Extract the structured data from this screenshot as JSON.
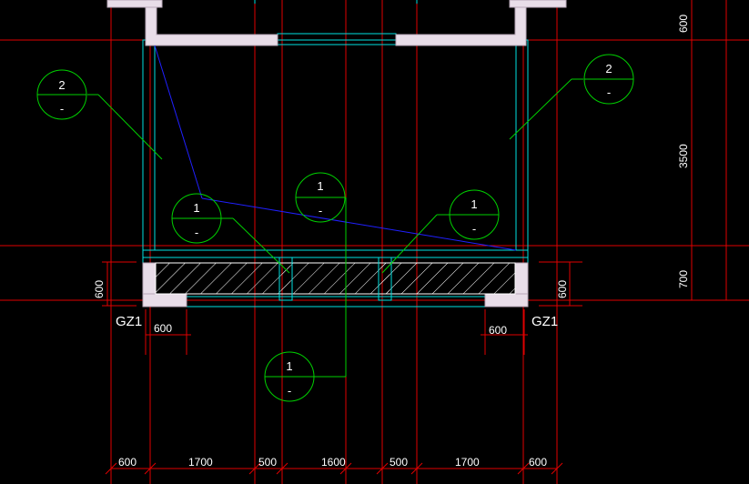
{
  "bottom_dimensions": [
    "600",
    "1700",
    "500",
    "1600",
    "500",
    "1700",
    "600"
  ],
  "right_dimensions": [
    "600",
    "3500",
    "700"
  ],
  "left_sill_dim": "600",
  "right_sill_dim": "600",
  "gz_left": {
    "label": "GZ1",
    "width": "600"
  },
  "gz_right": {
    "label": "GZ1",
    "width": "600"
  },
  "bubbles": [
    {
      "top": "2",
      "bottom": "-"
    },
    {
      "top": "2",
      "bottom": "-"
    },
    {
      "top": "1",
      "bottom": "-"
    },
    {
      "top": "1",
      "bottom": "-"
    },
    {
      "top": "1",
      "bottom": "-"
    },
    {
      "top": "1",
      "bottom": "-"
    }
  ],
  "colors": {
    "grid": "#e00000",
    "outline": "#00e0e0",
    "leader": "#00d000",
    "diagonal": "#2020ff",
    "wall": "#e8dde8"
  }
}
